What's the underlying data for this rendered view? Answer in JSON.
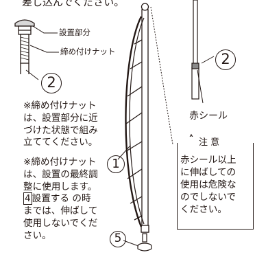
{
  "top_caption": "差し込んでください。",
  "parts": {
    "mount": "設置部分",
    "nut": "締め付けナット",
    "red_seal": "赤シール"
  },
  "numbers": {
    "n2_left": "2",
    "n2_right": "2",
    "n1": "1",
    "n5": "5"
  },
  "notes": {
    "note1": [
      "※締め付けナット",
      "は、設置部分に近",
      "づけた状態で組み",
      "立ててください。"
    ],
    "note2_lines": [
      "※締め付けナット",
      "は、設置の最終調",
      "整に使用します。"
    ],
    "note2_box": "4",
    "note2_box_rest": "設置する の時",
    "note2_tail": [
      "までは、伸ばして",
      "使用しないでくだ",
      "さい。"
    ]
  },
  "warning": {
    "icon": "warning-triangle-icon",
    "title": "注 意",
    "lines": [
      "赤シール以上",
      "に伸ばしての",
      "使用は危険な",
      "のでしないで",
      "ください。"
    ]
  }
}
